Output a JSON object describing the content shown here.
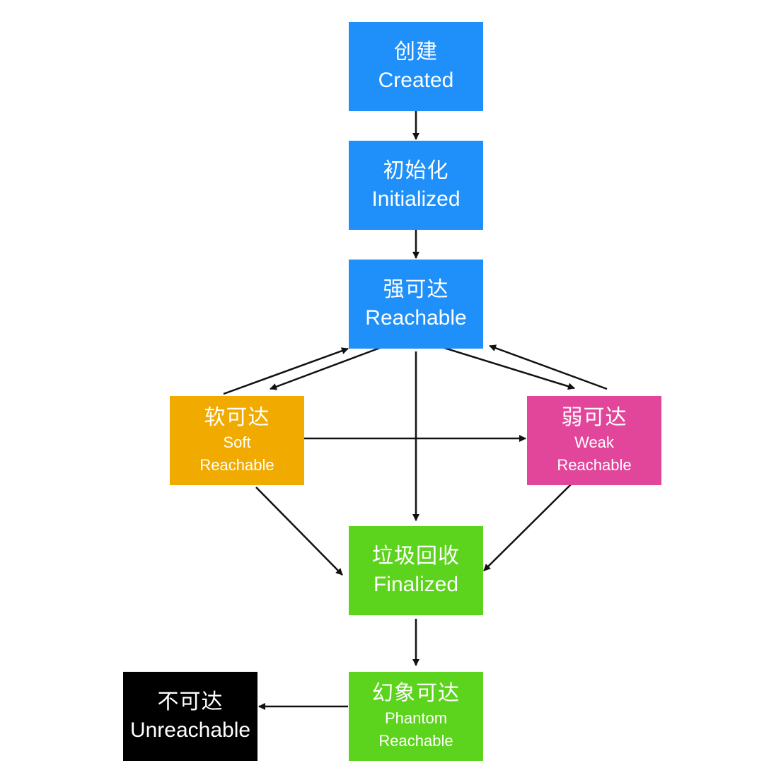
{
  "nodes": {
    "created": {
      "cn": "创建",
      "en": "Created",
      "color": "#1f8ff9"
    },
    "initialized": {
      "cn": "初始化",
      "en": "Initialized",
      "color": "#1f8ff9"
    },
    "reachable": {
      "cn": "强可达",
      "en": "Reachable",
      "color": "#1f8ff9"
    },
    "soft": {
      "cn": "软可达",
      "en_line1": "Soft",
      "en_line2": "Reachable",
      "color": "#f1ab00"
    },
    "weak": {
      "cn": "弱可达",
      "en_line1": "Weak",
      "en_line2": "Reachable",
      "color": "#e2469b"
    },
    "finalized": {
      "cn": "垃圾回收",
      "en": "Finalized",
      "color": "#5cd31c"
    },
    "phantom": {
      "cn": "幻象可达",
      "en_line1": "Phantom",
      "en_line2": "Reachable",
      "color": "#5cd31c"
    },
    "unreachable": {
      "cn": "不可达",
      "en": "Unreachable",
      "color": "#000000"
    }
  },
  "edges": [
    {
      "from": "created",
      "to": "initialized"
    },
    {
      "from": "initialized",
      "to": "reachable"
    },
    {
      "from": "reachable",
      "to": "soft"
    },
    {
      "from": "soft",
      "to": "reachable"
    },
    {
      "from": "reachable",
      "to": "weak"
    },
    {
      "from": "weak",
      "to": "reachable"
    },
    {
      "from": "soft",
      "to": "weak"
    },
    {
      "from": "reachable",
      "to": "finalized"
    },
    {
      "from": "soft",
      "to": "finalized"
    },
    {
      "from": "weak",
      "to": "finalized"
    },
    {
      "from": "finalized",
      "to": "phantom"
    },
    {
      "from": "phantom",
      "to": "unreachable"
    }
  ],
  "arrow_color": "#111111"
}
